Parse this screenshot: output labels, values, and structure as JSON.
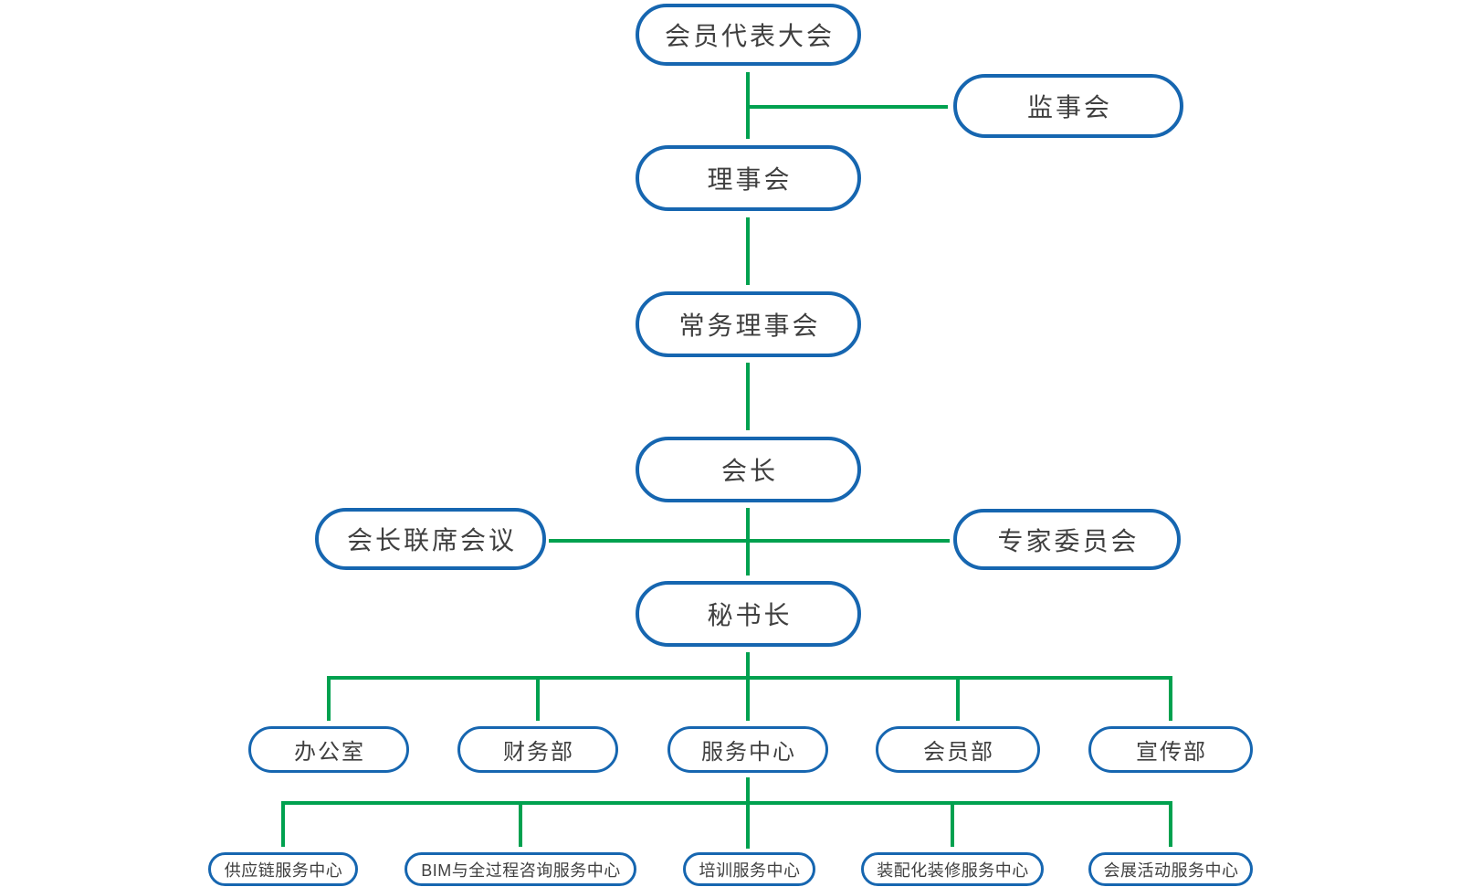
{
  "colors": {
    "node_border": "#1666b0",
    "connector_line": "#00a14f",
    "text": "#3f3f3f",
    "background": "#ffffff"
  },
  "org_chart": {
    "nodes": {
      "assembly": {
        "label": "会员代表大会"
      },
      "supervisory_board": {
        "label": "监事会"
      },
      "council": {
        "label": "理事会"
      },
      "standing_council": {
        "label": "常务理事会"
      },
      "president": {
        "label": "会长"
      },
      "presidents_joint_meeting": {
        "label": "会长联席会议"
      },
      "expert_committee": {
        "label": "专家委员会"
      },
      "secretary_general": {
        "label": "秘书长"
      },
      "office": {
        "label": "办公室"
      },
      "finance_dept": {
        "label": "财务部"
      },
      "service_center": {
        "label": "服务中心"
      },
      "membership_dept": {
        "label": "会员部"
      },
      "publicity_dept": {
        "label": "宣传部"
      },
      "supply_chain_center": {
        "label": "供应链服务中心"
      },
      "bim_consulting_center": {
        "label": "BIM与全过程咨询服务中心"
      },
      "training_center": {
        "label": "培训服务中心"
      },
      "prefab_decoration_center": {
        "label": "装配化装修服务中心"
      },
      "exhibition_center": {
        "label": "会展活动服务中心"
      }
    }
  }
}
